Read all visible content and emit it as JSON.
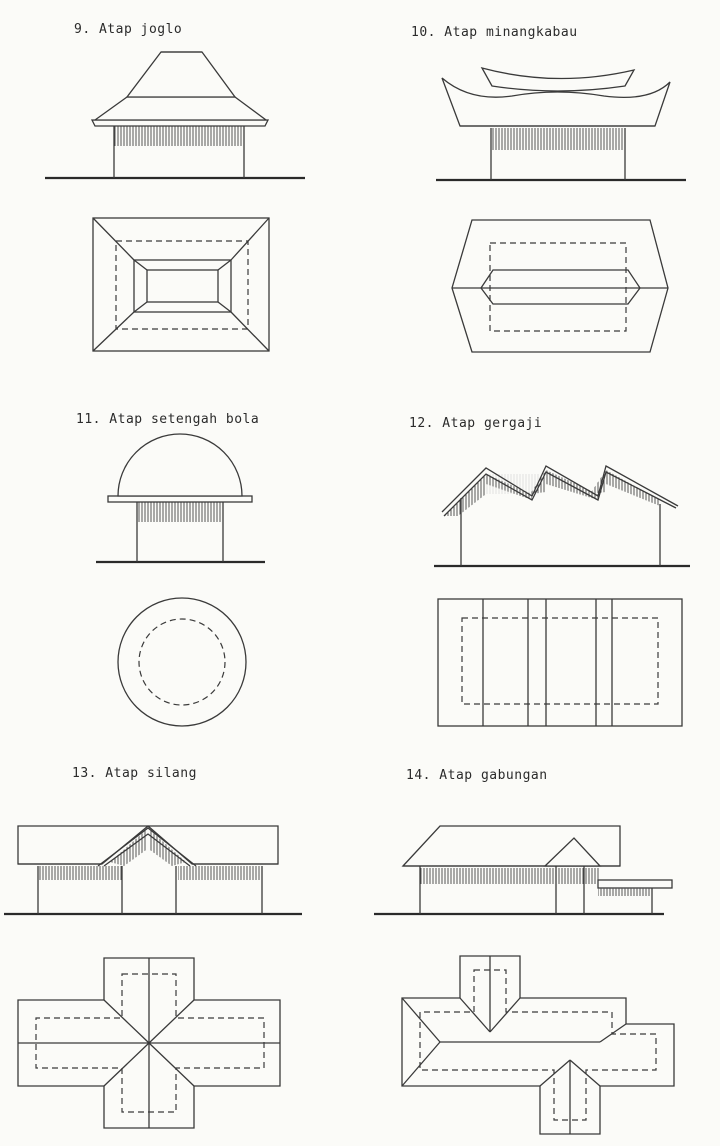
{
  "figures": [
    {
      "id": "joglo",
      "label": "9. Atap joglo"
    },
    {
      "id": "minangkabau",
      "label": "10. Atap minangkabau"
    },
    {
      "id": "setengah-bola",
      "label": "11. Atap setengah bola"
    },
    {
      "id": "gergaji",
      "label": "12. Atap gergaji"
    },
    {
      "id": "silang",
      "label": "13. Atap silang"
    },
    {
      "id": "gabungan",
      "label": "14. Atap gabungan"
    }
  ]
}
